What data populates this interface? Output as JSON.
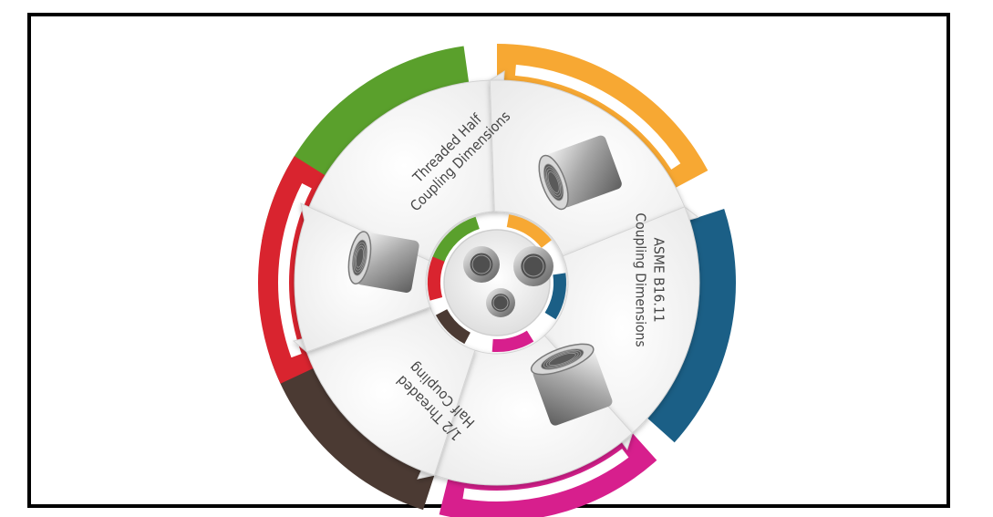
{
  "colors": {
    "green": "#5aa02c",
    "orange": "#f7a833",
    "blue": "#1b5f86",
    "magenta": "#d71f8d",
    "red": "#d9242f",
    "brown": "#4b3a33",
    "frame": "#000000"
  },
  "segments": [
    {
      "id": "green",
      "line1": "Threaded Half",
      "line2": "Coupling Dimensions"
    },
    {
      "id": "blue",
      "line1": "ASME B16.11",
      "line2": "Coupling Dimensions"
    },
    {
      "id": "brown",
      "line1": "1/2 Threaded",
      "line2": "Half Coupling"
    }
  ],
  "images": {
    "orange": "coupling-photo",
    "magenta": "coupling-photo",
    "red": "coupling-photo",
    "center": "three-couplings-photo"
  }
}
